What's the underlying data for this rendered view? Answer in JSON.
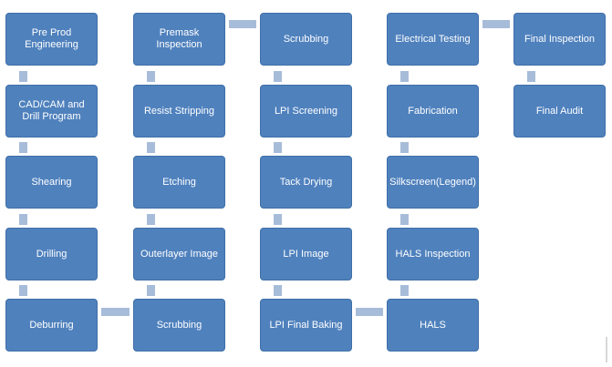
{
  "process": {
    "col1": [
      {
        "label": "Pre Prod Engineering"
      },
      {
        "label": "CAD/CAM and Drill Program"
      },
      {
        "label": "Shearing"
      },
      {
        "label": "Drilling"
      },
      {
        "label": "Deburring"
      }
    ],
    "col2": [
      {
        "label": "Premask Inspection"
      },
      {
        "label": "Resist Stripping"
      },
      {
        "label": "Etching"
      },
      {
        "label": "Outerlayer Image"
      },
      {
        "label": "Scrubbing"
      }
    ],
    "col3": [
      {
        "label": "Scrubbing"
      },
      {
        "label": "LPI Screening"
      },
      {
        "label": "Tack Drying"
      },
      {
        "label": "LPI Image"
      },
      {
        "label": "LPI Final Baking"
      }
    ],
    "col4": [
      {
        "label": "Electrical Testing"
      },
      {
        "label": "Fabrication"
      },
      {
        "label": "Silkscreen(Legend)"
      },
      {
        "label": "HALS Inspection"
      },
      {
        "label": "HALS"
      }
    ],
    "col5": [
      {
        "label": "Final Inspection"
      },
      {
        "label": "Final Audit"
      }
    ]
  },
  "colors": {
    "box_fill": "#4f81bd",
    "box_border": "#3f6fa8",
    "connector": "#a7bcd9",
    "text": "#ffffff"
  }
}
